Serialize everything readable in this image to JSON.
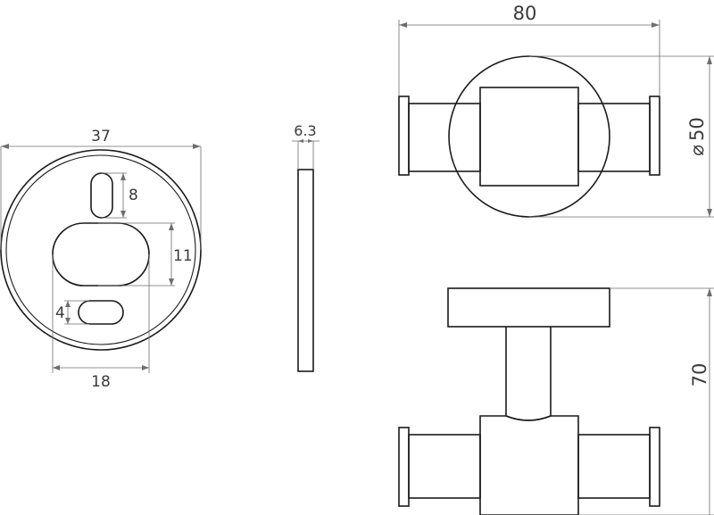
{
  "diagram": {
    "dimensions": {
      "plate_diameter": "37",
      "slot_top_length": "8",
      "slot_mid_height": "11",
      "slot_bottom_height": "4",
      "slot_width": "18",
      "plate_thickness": "6.3",
      "hook_width": "80",
      "rosette_diameter": "50",
      "hook_projection": "70"
    },
    "symbols": {
      "diameter": "⌀"
    }
  }
}
